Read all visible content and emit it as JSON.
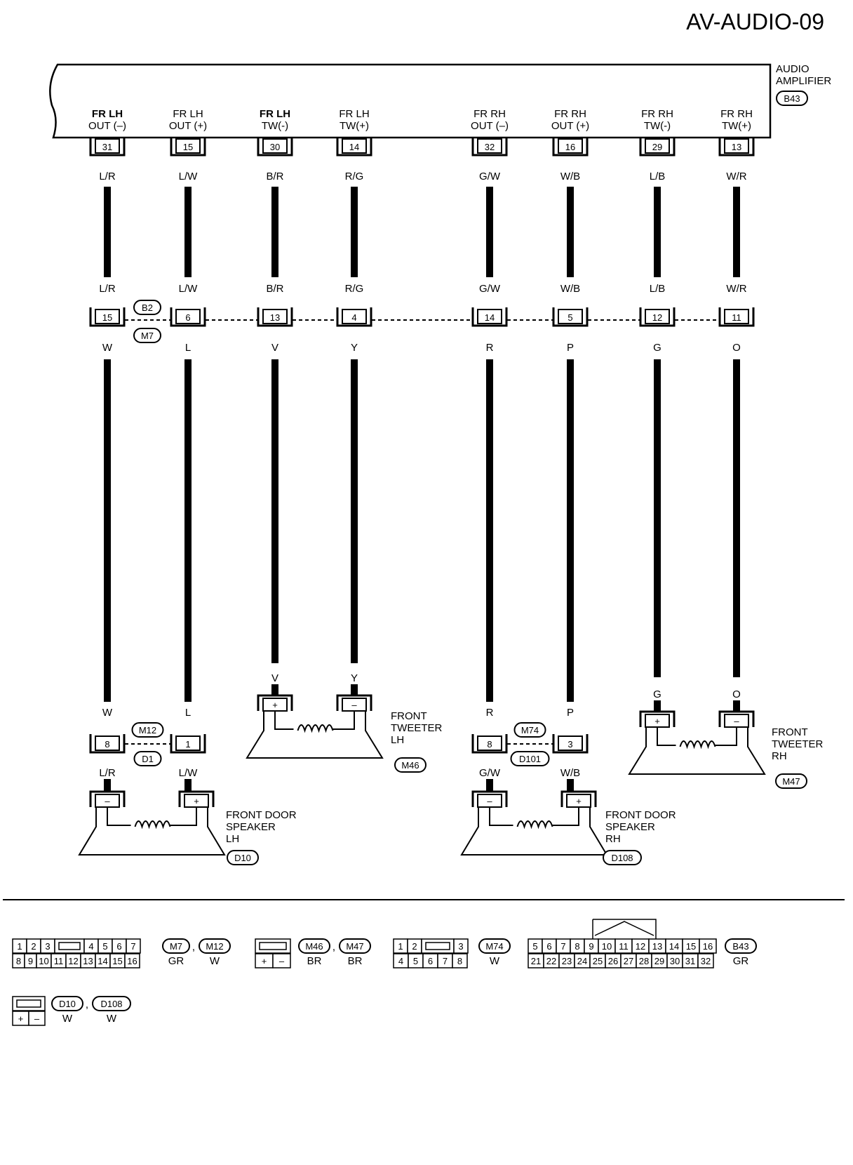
{
  "page_title": "AV-AUDIO-09",
  "amplifier": {
    "name_lines": [
      "AUDIO",
      "AMPLIFIER"
    ],
    "connector": "B43"
  },
  "columns": [
    {
      "id": "c1",
      "label1": "FR LH",
      "label2": "OUT (–)",
      "bold": true,
      "amp_pin": "31",
      "wire_top": "L/R",
      "j_pin": "15",
      "wire_mid": "W"
    },
    {
      "id": "c2",
      "label1": "FR LH",
      "label2": "OUT (+)",
      "bold": false,
      "amp_pin": "15",
      "wire_top": "L/W",
      "j_pin": "6",
      "wire_mid": "L"
    },
    {
      "id": "c3",
      "label1": "FR LH",
      "label2": "TW(-)",
      "bold": true,
      "amp_pin": "30",
      "wire_top": "B/R",
      "j_pin": "13",
      "wire_mid": "V"
    },
    {
      "id": "c4",
      "label1": "FR LH",
      "label2": "TW(+)",
      "bold": false,
      "amp_pin": "14",
      "wire_top": "R/G",
      "j_pin": "4",
      "wire_mid": "Y"
    },
    {
      "id": "c5",
      "label1": "FR RH",
      "label2": "OUT (–)",
      "bold": false,
      "amp_pin": "32",
      "wire_top": "G/W",
      "j_pin": "14",
      "wire_mid": "R"
    },
    {
      "id": "c6",
      "label1": "FR RH",
      "label2": "OUT (+)",
      "bold": false,
      "amp_pin": "16",
      "wire_top": "W/B",
      "j_pin": "5",
      "wire_mid": "P"
    },
    {
      "id": "c7",
      "label1": "FR RH",
      "label2": "TW(-)",
      "bold": false,
      "amp_pin": "29",
      "wire_top": "L/B",
      "j_pin": "12",
      "wire_mid": "G"
    },
    {
      "id": "c8",
      "label1": "FR RH",
      "label2": "TW(+)",
      "bold": false,
      "amp_pin": "13",
      "wire_top": "W/R",
      "j_pin": "11",
      "wire_mid": "O"
    }
  ],
  "junction": {
    "top_tag": "B2",
    "bottom_tag": "M7"
  },
  "door_lh_junction": {
    "top_tag": "M12",
    "bottom_tag": "D1",
    "pins": [
      "8",
      "1"
    ],
    "wires_in": [
      "W",
      "L"
    ],
    "wires_out": [
      "L/R",
      "L/W"
    ]
  },
  "door_rh_junction": {
    "top_tag": "M74",
    "bottom_tag": "D101",
    "pins": [
      "8",
      "3"
    ],
    "wires_in": [
      "R",
      "P"
    ],
    "wires_out": [
      "G/W",
      "W/B"
    ]
  },
  "tweeter_lh": {
    "name_lines": [
      "FRONT",
      "TWEETER",
      "LH"
    ],
    "connector": "M46",
    "wires": [
      "V",
      "Y"
    ],
    "terminals": [
      "+",
      "–"
    ]
  },
  "tweeter_rh": {
    "name_lines": [
      "FRONT",
      "TWEETER",
      "RH"
    ],
    "connector": "M47",
    "wires": [
      "G",
      "O"
    ],
    "terminals": [
      "+",
      "–"
    ]
  },
  "speaker_lh": {
    "name_lines": [
      "FRONT DOOR",
      "SPEAKER",
      "LH"
    ],
    "connector": "D10",
    "terminals": [
      "–",
      "+"
    ]
  },
  "speaker_rh": {
    "name_lines": [
      "FRONT DOOR",
      "SPEAKER",
      "RH"
    ],
    "connector": "D108",
    "terminals": [
      "–",
      "+"
    ]
  },
  "legend": {
    "conn_m7_m12": {
      "top": [
        "1",
        "2",
        "3",
        "4",
        "5",
        "6",
        "7"
      ],
      "bottom": [
        "8",
        "9",
        "10",
        "11",
        "12",
        "13",
        "14",
        "15",
        "16"
      ],
      "tags": [
        "M7",
        "M12"
      ],
      "colors": [
        "GR",
        "W"
      ]
    },
    "conn_m46_m47": {
      "bottom": [
        "+",
        "–"
      ],
      "tags": [
        "M46",
        "M47"
      ],
      "colors": [
        "BR",
        "BR"
      ]
    },
    "conn_m74": {
      "top": [
        "1",
        "2",
        "3"
      ],
      "bottom": [
        "4",
        "5",
        "6",
        "7",
        "8"
      ],
      "tags": [
        "M74"
      ],
      "colors": [
        "W"
      ]
    },
    "conn_b43": {
      "top": [
        "5",
        "6",
        "7",
        "8",
        "9",
        "10",
        "11",
        "12",
        "13",
        "14",
        "15",
        "16"
      ],
      "bottom": [
        "21",
        "22",
        "23",
        "24",
        "25",
        "26",
        "27",
        "28",
        "29",
        "30",
        "31",
        "32"
      ],
      "tags": [
        "B43"
      ],
      "colors": [
        "GR"
      ]
    },
    "conn_d10_d108": {
      "bottom": [
        "+",
        "–"
      ],
      "tags": [
        "D10",
        "D108"
      ],
      "colors": [
        "W",
        "W"
      ]
    },
    "separator": ","
  }
}
